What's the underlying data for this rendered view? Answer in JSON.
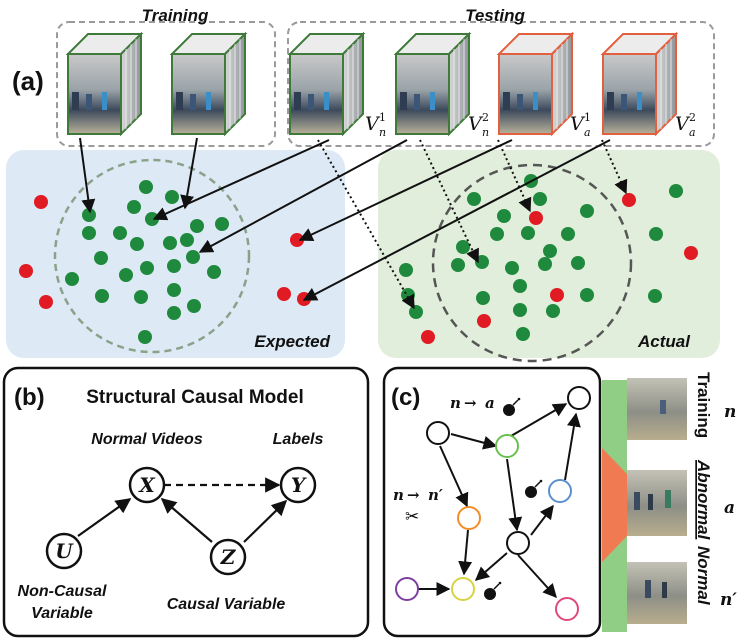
{
  "panel_a": {
    "tag": "(a)",
    "training_label": "Training",
    "testing_label": "Testing",
    "clip_labels": [
      {
        "base": "V",
        "sub": "n",
        "sup": "1"
      },
      {
        "base": "V",
        "sub": "n",
        "sup": "2"
      },
      {
        "base": "V",
        "sub": "a",
        "sup": "1"
      },
      {
        "base": "V",
        "sub": "a",
        "sup": "2"
      }
    ],
    "expected_label": "Expected",
    "actual_label": "Actual"
  },
  "panel_b": {
    "tag": "(b)",
    "title": "Structural Causal Model",
    "node_x": "X",
    "node_y": "Y",
    "node_u": "U",
    "node_z": "Z",
    "normal_videos_label": "Normal Videos",
    "labels_label": "Labels",
    "non_causal_label_1": "Non-Causal",
    "non_causal_label_2": "Variable",
    "causal_label": "Causal Variable"
  },
  "panel_c": {
    "tag": "(c)",
    "edge_na_1": "n",
    "edge_na_arrow": "→",
    "edge_na_2": "a",
    "edge_nn_1": "n",
    "edge_nn_arrow": "→",
    "edge_nn_2": "n′",
    "scissors": "✂",
    "bomb": "💣",
    "side_training": "Training",
    "side_abnormal": "Abnormal",
    "side_normal": "Normal",
    "side_n": "n",
    "side_a": "a",
    "side_nprime": "n′"
  },
  "colors": {
    "normal_green": "#1f8a3d",
    "abnormal_red": "#e01b24",
    "expected_bg": "#dde9f5",
    "actual_bg": "#e1eedb",
    "clip_normal_border": "#3f7a3a",
    "clip_abnormal_border": "#e0603f",
    "side_green": "#8fce84",
    "side_orange": "#f07a52"
  }
}
